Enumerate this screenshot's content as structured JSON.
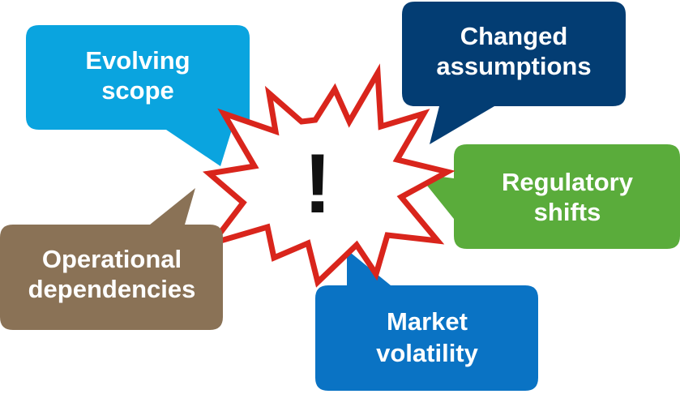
{
  "center": {
    "symbol": "!",
    "fill_color": "#ffffff",
    "stroke_color": "#d9251c"
  },
  "bubbles": [
    {
      "id": "evolving-scope",
      "line1": "Evolving",
      "line2": "scope",
      "color": "#0aa4df"
    },
    {
      "id": "changed-assumptions",
      "line1": "Changed",
      "line2": "assumptions",
      "color": "#033d73"
    },
    {
      "id": "regulatory-shifts",
      "line1": "Regulatory",
      "line2": "shifts",
      "color": "#5aac3b"
    },
    {
      "id": "operational-dependencies",
      "line1": "Operational",
      "line2": "dependencies",
      "color": "#8a7256"
    },
    {
      "id": "market-volatility",
      "line1": "Market",
      "line2": "volatility",
      "color": "#0a73c4"
    }
  ]
}
